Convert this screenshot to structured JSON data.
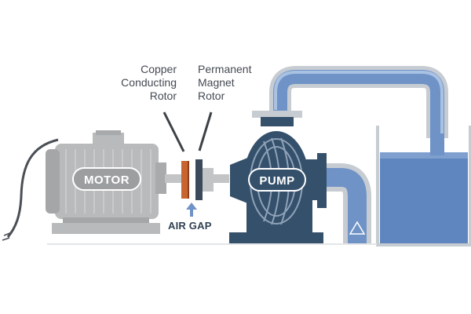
{
  "diagram": {
    "copper_rotor_label": [
      "Copper",
      "Conducting",
      "Rotor"
    ],
    "magnet_rotor_label": [
      "Permanent",
      "Magnet",
      "Rotor"
    ],
    "air_gap_label": "AIR GAP",
    "motor_label": "MOTOR",
    "pump_label": "PUMP"
  },
  "colors": {
    "motor_gray": "#b9babb",
    "motor_dark": "#9d9fa1",
    "pump_navy": "#35506b",
    "pipe_blue": "#6f93c6",
    "pipe_light": "#a9c1e2",
    "pipe_outline": "#c7ccd2",
    "copper": "#c8642f",
    "tank_water": "#5f86be"
  },
  "icons": {
    "outlet": "triangle-up-icon",
    "air_gap_arrow": "arrow-up-icon"
  }
}
